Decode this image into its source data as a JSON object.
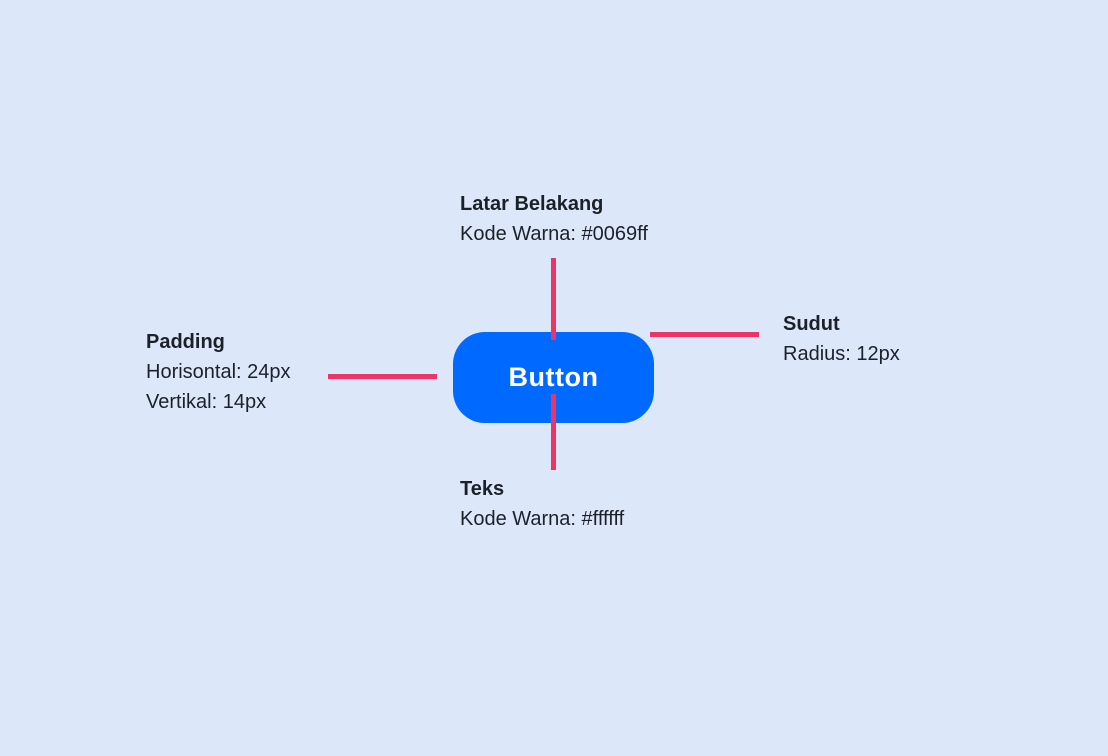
{
  "colors": {
    "page_background": "#dde7fa",
    "callout_line": "#ec3467",
    "button_background": "#0069ff",
    "button_text": "#ffffff",
    "annotation_text": "#1b2129"
  },
  "button": {
    "label": "Button"
  },
  "annotations": {
    "background": {
      "title": "Latar Belakang",
      "lines": [
        "Kode Warna: #0069ff"
      ]
    },
    "padding": {
      "title": "Padding",
      "lines": [
        "Horisontal: 24px",
        "Vertikal: 14px"
      ]
    },
    "corner": {
      "title": "Sudut",
      "lines": [
        "Radius: 12px"
      ]
    },
    "text": {
      "title": "Teks",
      "lines": [
        "Kode Warna: #ffffff"
      ]
    }
  }
}
